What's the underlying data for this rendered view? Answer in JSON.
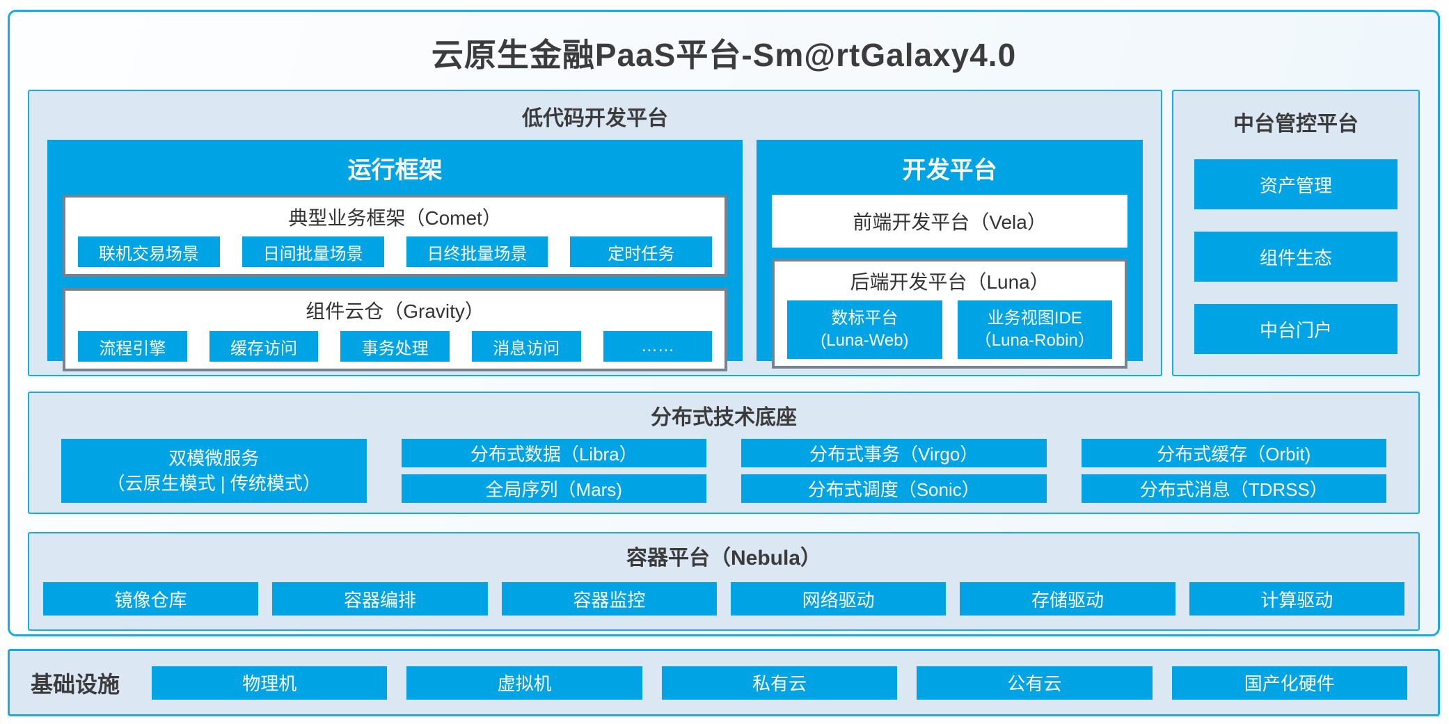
{
  "title": "云原生金融PaaS平台-Sm@rtGalaxy4.0",
  "lowcode": {
    "header": "低代码开发平台",
    "runtime": {
      "title": "运行框架",
      "comet": {
        "title": "典型业务框架（Comet）",
        "items": [
          "联机交易场景",
          "日间批量场景",
          "日终批量场景",
          "定时任务"
        ]
      },
      "gravity": {
        "title": "组件云仓（Gravity）",
        "items": [
          "流程引擎",
          "缓存访问",
          "事务处理",
          "消息访问",
          "……"
        ]
      }
    },
    "dev": {
      "title": "开发平台",
      "vela": "前端开发平台（Vela）",
      "luna": {
        "title": "后端开发平台（Luna）",
        "items": [
          {
            "line1": "数标平台",
            "line2": "(Luna-Web)"
          },
          {
            "line1": "业务视图IDE",
            "line2": "（Luna-Robin）"
          }
        ]
      }
    }
  },
  "midplatform": {
    "header": "中台管控平台",
    "items": [
      "资产管理",
      "组件生态",
      "中台门户"
    ]
  },
  "distributed": {
    "header": "分布式技术底座",
    "tall_item": {
      "line1": "双模微服务",
      "line2": "（云原生模式 | 传统模式）"
    },
    "grid": [
      [
        "分布式数据（Libra）",
        "全局序列（Mars)"
      ],
      [
        "分布式事务（Virgo）",
        "分布式调度（Sonic）"
      ],
      [
        "分布式缓存（Orbit)",
        "分布式消息（TDRSS）"
      ]
    ]
  },
  "container_platform": {
    "header": "容器平台（Nebula）",
    "items": [
      "镜像仓库",
      "容器编排",
      "容器监控",
      "网络驱动",
      "存储驱动",
      "计算驱动"
    ]
  },
  "infrastructure": {
    "header": "基础设施",
    "items": [
      "物理机",
      "虚拟机",
      "私有云",
      "公有云",
      "国产化硬件"
    ]
  },
  "colors": {
    "blue_fill": "#00a3e4",
    "blue_border": "#16aae8",
    "panel_bg": "#dce7f4",
    "gray_border": "#76828f",
    "text_dark": "#3d3d3d"
  }
}
